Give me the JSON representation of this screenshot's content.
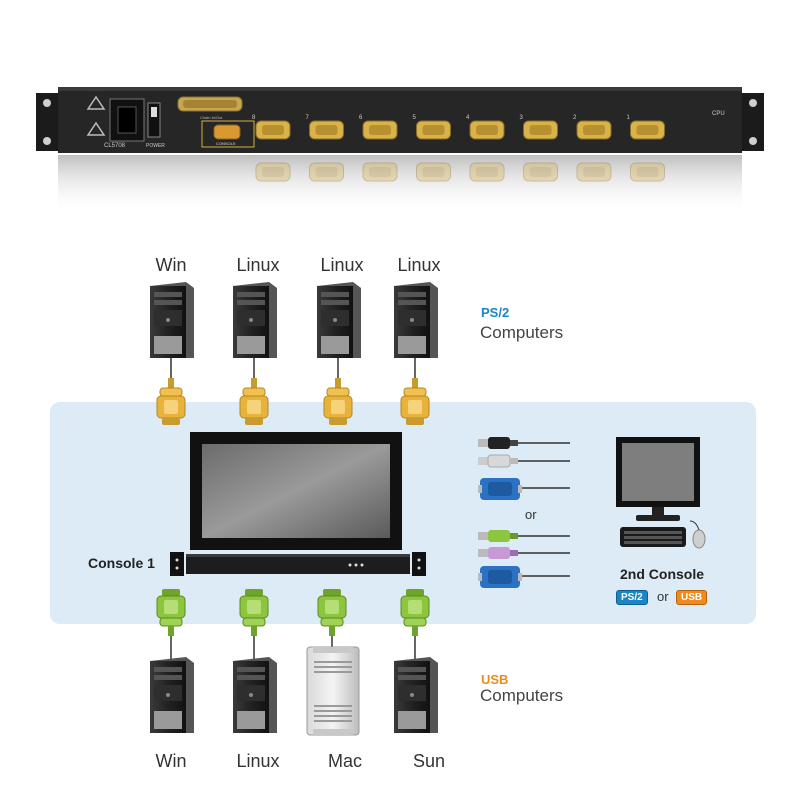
{
  "device": {
    "model_label": "CL5708",
    "power_label": "POWER",
    "console_port_label": "CONSOLE",
    "daisy_chain_label": "Chain In/Out",
    "port_numbers": [
      "8",
      "7",
      "6",
      "5",
      "4",
      "3",
      "2",
      "1"
    ],
    "cpu_label": "CPU"
  },
  "ps2_group": {
    "title": "PS/2",
    "subtitle": "Computers",
    "computers": [
      "Win",
      "Linux",
      "Linux",
      "Linux"
    ],
    "title_color": "#1a86c8"
  },
  "usb_group": {
    "title": "USB",
    "subtitle": "Computers",
    "computers": [
      "Win",
      "Linux",
      "Mac",
      "Sun"
    ],
    "title_color": "#f08a1c"
  },
  "console1": {
    "label": "Console 1"
  },
  "console2": {
    "label": "2nd Console",
    "options": [
      "PS/2",
      "USB"
    ],
    "or_text": "or",
    "ps2_color": "#1a86c8",
    "usb_color": "#f08a1c"
  },
  "cables": {
    "or_text": "or"
  },
  "colors": {
    "panel": "#dcebf5",
    "ps2_connector": "#e8b33a",
    "usb_connector": "#8cc63f",
    "vga_blue": "#2b72c4"
  }
}
